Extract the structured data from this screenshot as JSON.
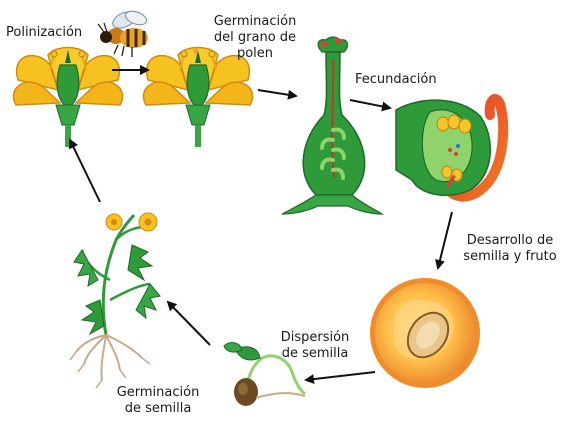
{
  "labels": {
    "polinizacion": "Polinización",
    "germinacion_polen": "Germinación\ndel grano de\npolen",
    "fecundacion": "Fecundación",
    "desarrollo": "Desarrollo de\nsemilla y fruto",
    "dispersion": "Dispersión\nde semilla",
    "germinacion_semilla": "Germinación\nde semilla"
  },
  "colors": {
    "petal": "#f6c21f",
    "petal_dark": "#e39a10",
    "green": "#2f9a3a",
    "green_dark": "#1d6b26",
    "light_green": "#8fd46a",
    "red_tube": "#e63b2e",
    "peach": "#f39a2e",
    "peach_light": "#ffd27a",
    "seed_brown": "#6b4a22",
    "root": "#c9a98a",
    "arrow": "#111111"
  },
  "icons": [
    "bee-icon",
    "flower-icon",
    "pistil-icon",
    "ovule-icon",
    "fruit-icon",
    "seedling-icon",
    "plant-icon"
  ]
}
